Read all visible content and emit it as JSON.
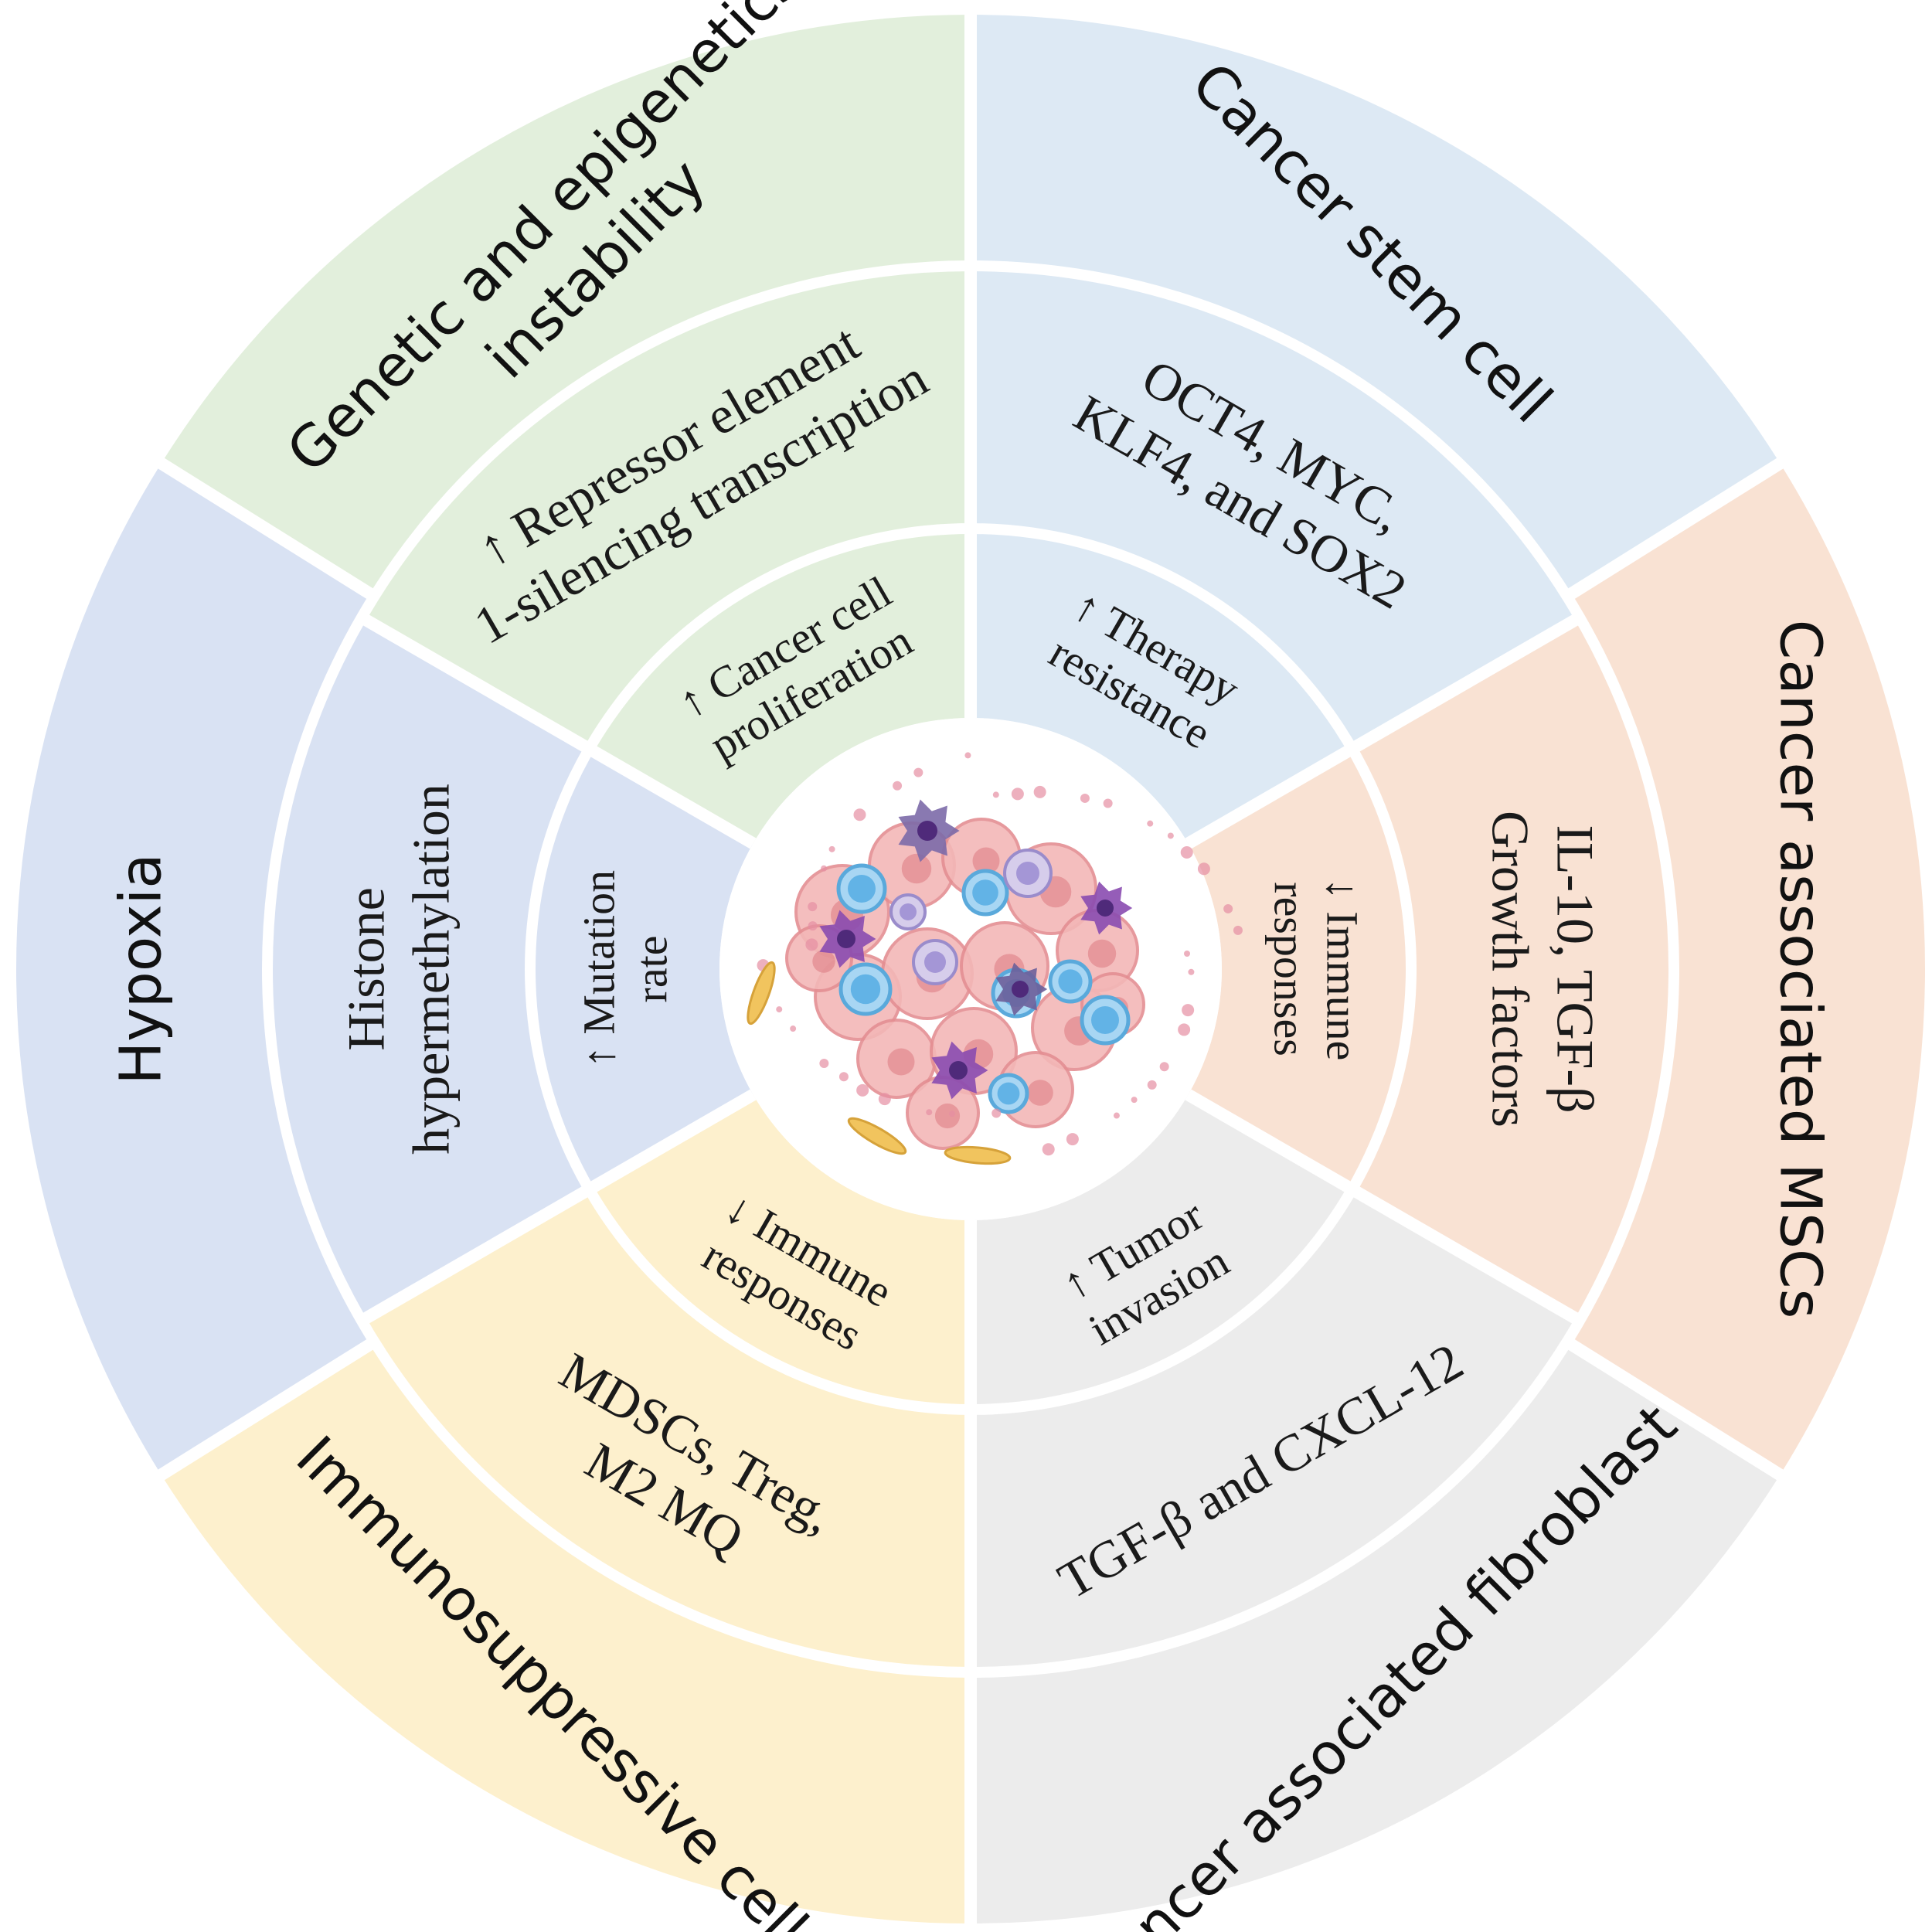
{
  "segments": [
    {
      "id": "cancer-stem-cell",
      "color": "#dde9f4",
      "outer": [
        "Cancer stem cell"
      ],
      "middle": [
        "OCT4, MYC,",
        "KLF4, and SOX2"
      ],
      "inner": [
        "↑ Therapy",
        "resistance"
      ]
    },
    {
      "id": "cancer-associated-mscs",
      "color": "#f9e2d3",
      "outer": [
        "Cancer associated MSCs"
      ],
      "middle": [
        "IL-10, TGF-β",
        "Growth factors"
      ],
      "inner": [
        "↓ Immune",
        "responses"
      ]
    },
    {
      "id": "cancer-associated-fibroblast",
      "color": "#ececec",
      "outer": [
        "Cancer associated fibroblast"
      ],
      "middle": [
        "TGF-β and CXCL-12"
      ],
      "inner": [
        "↑ Tumor",
        "invasion"
      ]
    },
    {
      "id": "immunosuppressive-cells",
      "color": "#fdf0cd",
      "outer": [
        "Immunosuppressive cells"
      ],
      "middle": [
        "MDSCs, Treg,",
        "M2 MQ"
      ],
      "inner": [
        "↓ Immune",
        "responses"
      ]
    },
    {
      "id": "hypoxia",
      "color": "#d9e2f3",
      "outer": [
        "Hypoxia"
      ],
      "middle": [
        "Histone",
        "hypermethylation"
      ],
      "inner": [
        "↑ Mutation",
        "rate"
      ]
    },
    {
      "id": "genetic-epigenetic-instability",
      "color": "#e2efdc",
      "outer": [
        "Genetic and epigenetics",
        "instability"
      ],
      "middle": [
        "↑ Repressor element",
        "1-silencing transcription"
      ],
      "inner": [
        "↑ Cancer cell",
        "proliferation"
      ]
    }
  ]
}
